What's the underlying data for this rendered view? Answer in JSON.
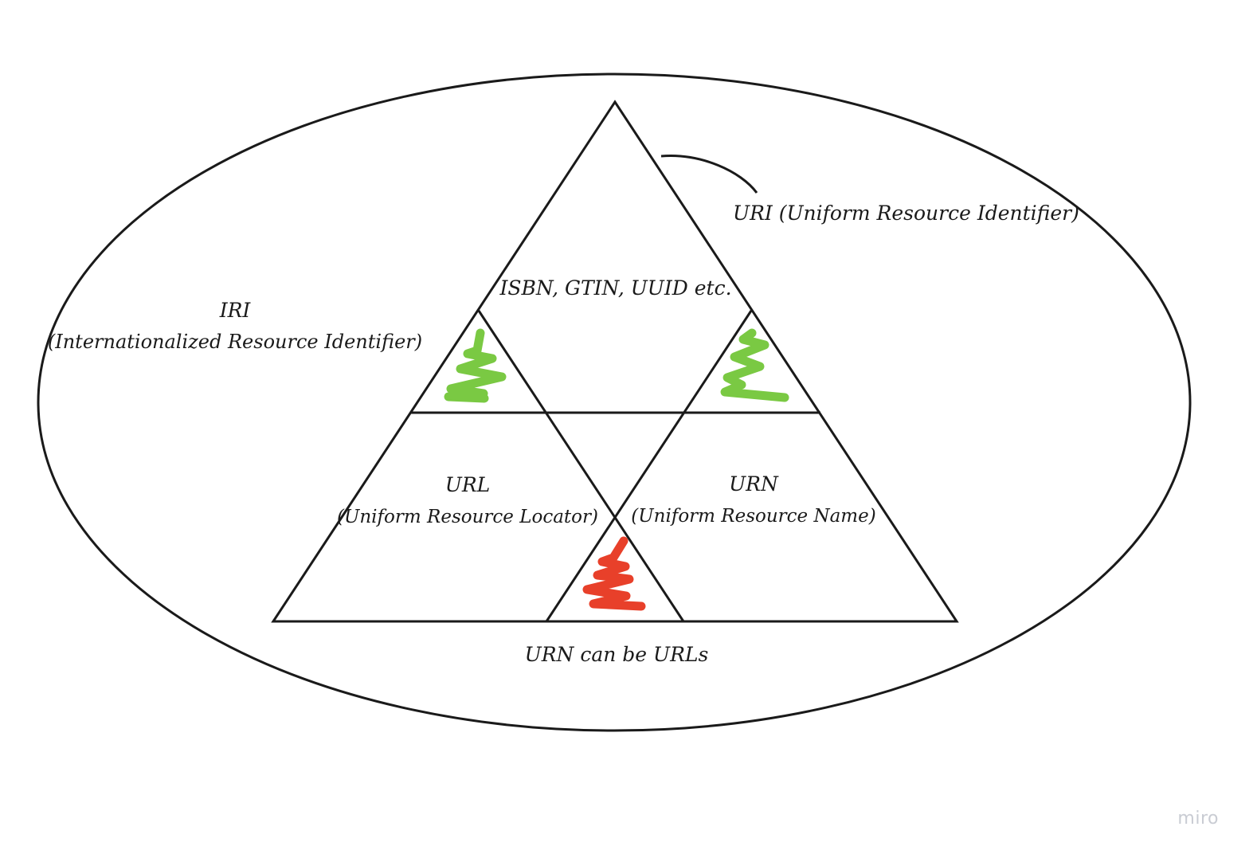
{
  "diagram": {
    "labels": {
      "uri": "URI (Uniform Resource Identifier)",
      "top_examples": "ISBN, GTIN, UUID etc.",
      "iri_title": "IRI",
      "iri_subtitle": "(Internationalized Resource Identifier)",
      "url_title": "URL",
      "url_subtitle": "(Uniform Resource Locator)",
      "urn_title": "URN",
      "urn_subtitle": "(Uniform Resource Name)",
      "bottom_note": "URN can be URLs"
    },
    "colors": {
      "line": "#1a1a1a",
      "scribble_green": "#7ac943",
      "scribble_red": "#e8402a"
    }
  },
  "watermark": {
    "text": "miro"
  }
}
